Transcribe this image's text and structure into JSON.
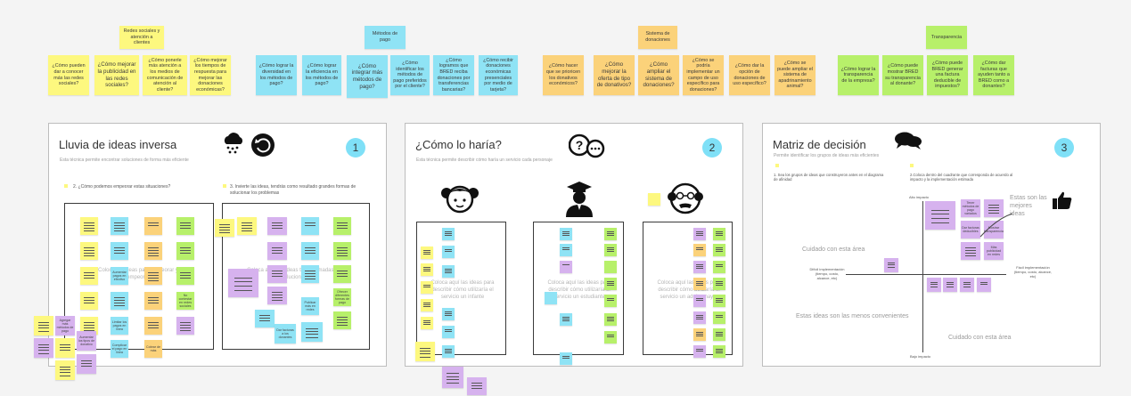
{
  "top_groups": {
    "redes": {
      "header": "Redes sociales y atención a clientes",
      "notes": [
        "¿Cómo pueden dar a conocer más las redes sociales?",
        "¿Cómo mejorar la publicidad en las redes sociales?",
        "¿Cómo ponerle más atención a los medios de comunicación de atención al cliente?",
        "¿Cómo mejorar los tiempos de respuesta para mejorar las donaciones económicas?"
      ]
    },
    "metodos": {
      "header": "Métodos de pago",
      "notes": [
        "¿Cómo lograr la diversidad en los métodos de pago?",
        "¿Cómo lograr la eficiencia en los métodos de pago?",
        "¿Cómo integrar más métodos de pago?",
        "¿Cómo identificar los métodos de pago preferidos por el cliente?",
        "¿Cómo logramos que BRED reciba donaciones por transferencias bancarias?",
        "¿Cómo recibir donaciones económicas presenciales por medio de tarjeta?"
      ]
    },
    "sistema": {
      "header": "Sistema de donaciones",
      "notes": [
        "¿Cómo hacer que se prioricen los donativos económicos?",
        "¿Cómo mejorar la oferta de tipo de donativos?",
        "¿Cómo ampliar el sistema de donaciones?",
        "¿Cómo se podría implementar un campo de uso específico para donaciones?",
        "¿Cómo dar la opción de donaciones de uso específico?",
        "¿Cómo se puede ampliar el sistema de apadrinamiento animal?"
      ]
    },
    "transparencia": {
      "header": "Transparencia",
      "notes": [
        "¿Cómo lograr la transparencia de la empresa?",
        "¿Cómo puede mostrar BRED su transparencia al donante?",
        "¿Cómo puede BRED generar una factura deducible de impuestos?",
        "¿Cómo dar facturas que ayuden tanto a BRED como a donantes?"
      ]
    }
  },
  "frame1": {
    "title": "Lluvia de ideas inversa",
    "subtitle": "Esta técnica permite encontrar soluciones de forma más eficiente",
    "number": "1",
    "step2": "2. ¿Cómo podemos empeorar estas situaciones?",
    "step3": "3. Invierte las ideas, tendrás como resultado grandes formas de solucionar los problemas",
    "faint_left": "Coloca las ideas para empeorar y empeorar",
    "faint_right": "Coloca aquí las ideas transformadas en soluciones",
    "mini_texts": [
      "Aumentar pagos en efectivo",
      "No contestar en redes sociales",
      "Limitar los pagos en línea",
      "Complicar el pago en línea",
      "Cobrar de más",
      "Publicar más en redes",
      "Ofrecer diferentes formas de pago",
      "Dar facturas a los donantes",
      "Agregar más métodos de pago",
      "Aumentar los tipos de donativo"
    ]
  },
  "frame2": {
    "title": "¿Cómo lo haría?",
    "subtitle": "Esta técnica permite describir cómo haría un servicio cada personaje",
    "number": "2",
    "faint_1": "Coloca aquí las ideas para describir cómo utilizaría el servicio un infante",
    "faint_2": "Coloca aquí las ideas para describir cómo utilizaría el servicio un estudiante",
    "faint_3": "Coloca aquí las ideas para describir cómo utilizaría el servicio un adulto mayor"
  },
  "frame3": {
    "title": "Matriz de decisión",
    "subtitle": "Permite identificar los grupos de ideas más eficientes",
    "number": "3",
    "step1": "1. Sea los grupos de ideas que construyeron antes en el diagrama de afinidad",
    "step2": "2.Coloca dentro del cuadrante que corresponda de acuerdo al impacto y la implementación estimada",
    "axis_top": "Alto impacto",
    "axis_bottom": "Bajo impacto",
    "axis_left": "Difícil implementación (tiempo, costo, alcance, etc)",
    "axis_right": "Fácil implementación (tiempo, costo, alcance, etc)",
    "best_ideas": "Estas son las mejores ideas",
    "care_top": "Cuidado con esta área",
    "care_bottom": "Cuidado con esta área",
    "worst": "Estas ideas son las menos convenientes",
    "mini_texts": [
      "Tener métodos de pago variados",
      "Dar facturas deducibles",
      "Mostrar transparencia",
      "Más publicidad en redes"
    ]
  },
  "colors": {
    "yellow": "#fdf87f",
    "blue": "#8fe3f5",
    "orange": "#fbd27a",
    "green": "#b7f06a",
    "purple": "#d6b2ee",
    "badge": "#7fe0f7"
  },
  "icons": [
    "snow-cloud-icon",
    "undo-circle-icon",
    "thought-bubble-icon",
    "girl-avatar-icon",
    "graduate-avatar-icon",
    "grandpa-avatar-icon",
    "speech-bubbles-icon",
    "thumbs-up-icon"
  ]
}
